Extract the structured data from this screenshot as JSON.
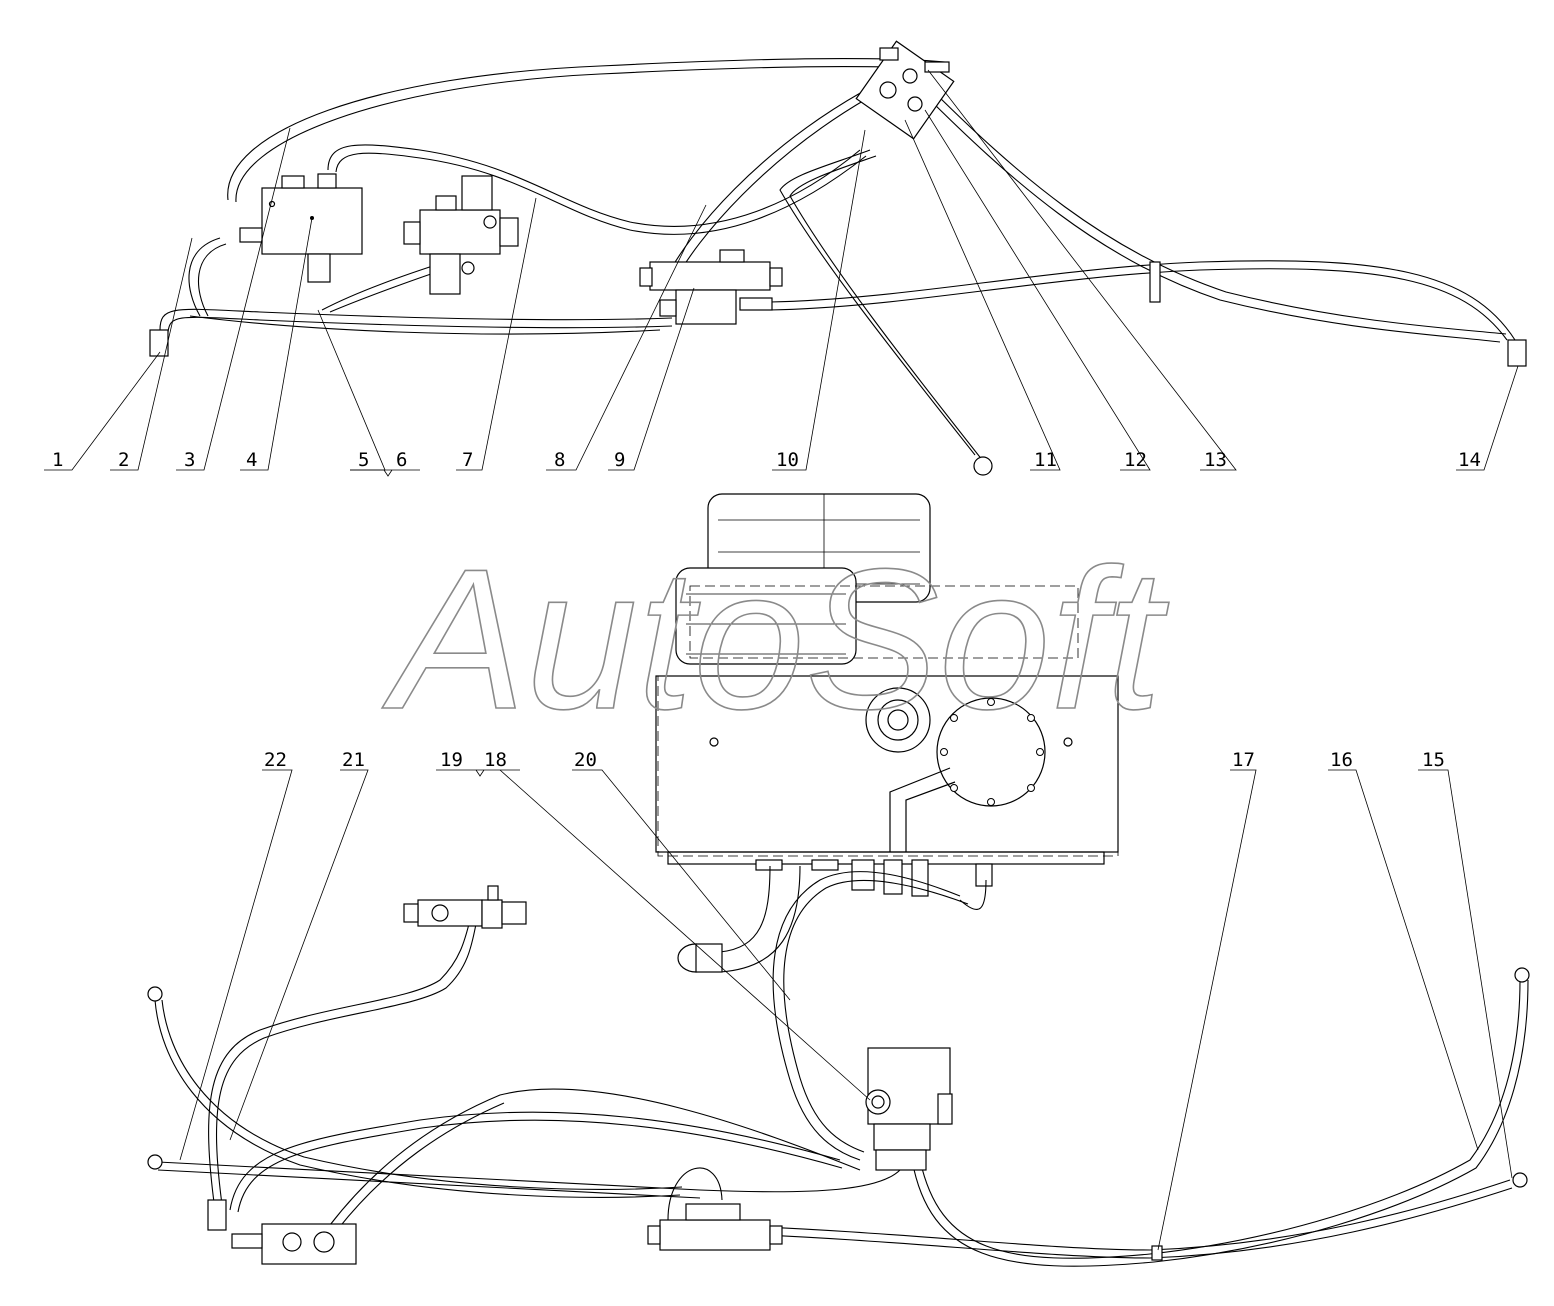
{
  "watermark": "AutoSoft",
  "callouts_top": [
    "1",
    "2",
    "3",
    "4",
    "5",
    "6",
    "7",
    "8",
    "9",
    "10",
    "11",
    "12",
    "13",
    "14"
  ],
  "callouts_bottom": [
    "22",
    "21",
    "19",
    "18",
    "20",
    "17",
    "16",
    "15"
  ]
}
